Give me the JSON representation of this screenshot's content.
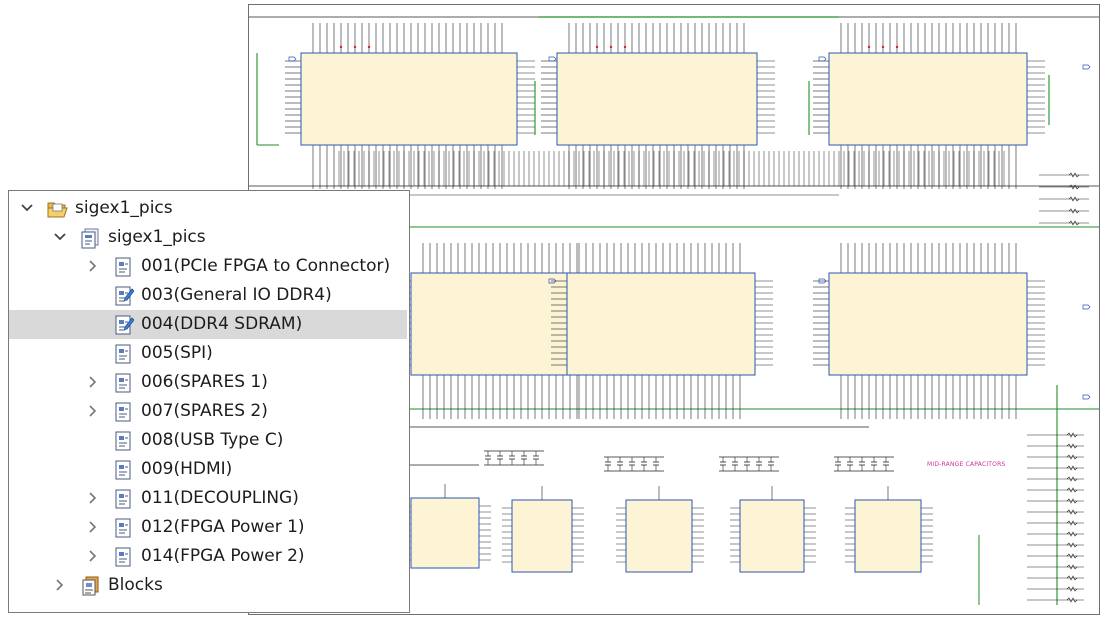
{
  "tree": {
    "items": [
      {
        "label": "sigex1_pics",
        "depth": 0,
        "expanded": true,
        "expandable": true,
        "icon": "open-folder-icon",
        "name": "tree-item-sigex1-pics-root"
      },
      {
        "label": "sigex1_pics",
        "depth": 1,
        "expanded": true,
        "expandable": true,
        "icon": "schematic-stack-icon",
        "name": "tree-item-sigex1-pics"
      },
      {
        "label": "001(PCIe FPGA to Connector)",
        "depth": 2,
        "expanded": false,
        "expandable": true,
        "icon": "schematic-page-icon",
        "name": "tree-item-001"
      },
      {
        "label": "003(General IO DDR4)",
        "depth": 2,
        "expanded": false,
        "expandable": false,
        "icon": "schematic-page-edit-icon",
        "name": "tree-item-003"
      },
      {
        "label": "004(DDR4 SDRAM)",
        "depth": 2,
        "expanded": false,
        "expandable": false,
        "icon": "schematic-page-edit-icon",
        "name": "tree-item-004",
        "selected": true
      },
      {
        "label": "005(SPI)",
        "depth": 2,
        "expanded": false,
        "expandable": false,
        "icon": "schematic-page-icon",
        "name": "tree-item-005"
      },
      {
        "label": "006(SPARES 1)",
        "depth": 2,
        "expanded": false,
        "expandable": true,
        "icon": "schematic-page-icon",
        "name": "tree-item-006"
      },
      {
        "label": "007(SPARES 2)",
        "depth": 2,
        "expanded": false,
        "expandable": true,
        "icon": "schematic-page-icon",
        "name": "tree-item-007"
      },
      {
        "label": "008(USB Type C)",
        "depth": 2,
        "expanded": false,
        "expandable": false,
        "icon": "schematic-page-icon",
        "name": "tree-item-008"
      },
      {
        "label": "009(HDMI)",
        "depth": 2,
        "expanded": false,
        "expandable": false,
        "icon": "schematic-page-icon",
        "name": "tree-item-009"
      },
      {
        "label": "011(DECOUPLING)",
        "depth": 2,
        "expanded": false,
        "expandable": true,
        "icon": "schematic-page-icon",
        "name": "tree-item-011"
      },
      {
        "label": "012(FPGA Power 1)",
        "depth": 2,
        "expanded": false,
        "expandable": true,
        "icon": "schematic-page-icon",
        "name": "tree-item-012"
      },
      {
        "label": "014(FPGA Power 2)",
        "depth": 2,
        "expanded": false,
        "expandable": true,
        "icon": "schematic-page-icon",
        "name": "tree-item-014"
      },
      {
        "label": "Blocks",
        "depth": 1,
        "expanded": false,
        "expandable": true,
        "icon": "blocks-icon",
        "name": "tree-item-blocks"
      }
    ]
  },
  "schematic": {
    "caption": "MID-RANGE CAPACITORS",
    "colors": {
      "chip_fill": "#fcf4d4",
      "chip_stroke": "#2a57b5",
      "wire_green": "#1f8f2a",
      "wire_dark": "#222222",
      "caption": "#cc3399",
      "pin_red": "#d21f1f"
    }
  }
}
